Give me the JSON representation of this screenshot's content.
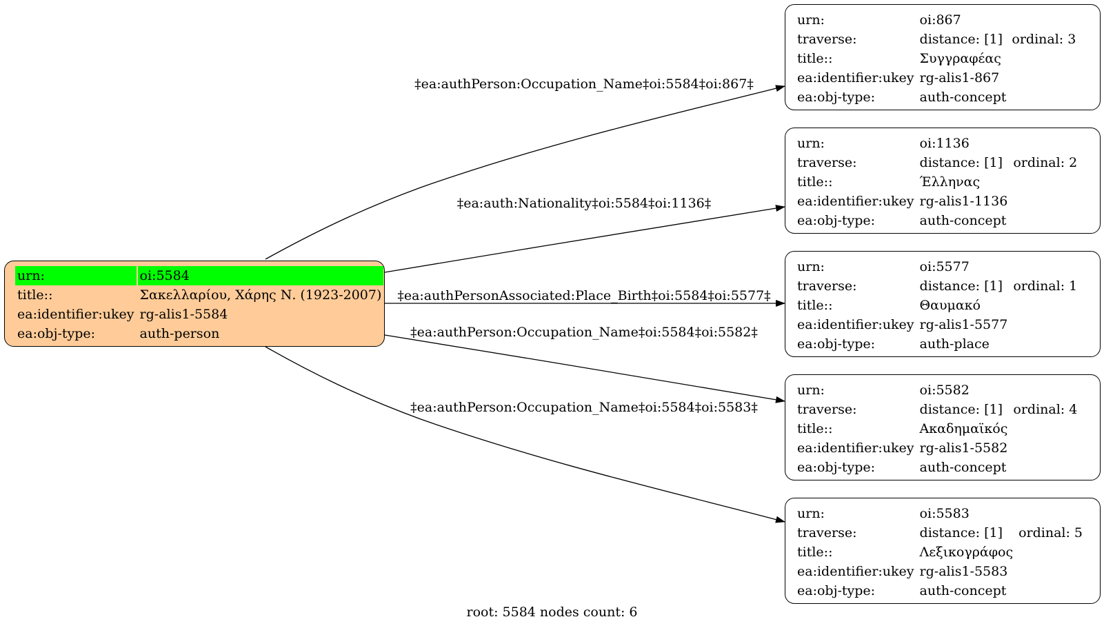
{
  "root": {
    "rows": [
      {
        "key": "urn:",
        "value": "oi:5584"
      },
      {
        "key": "title::",
        "value": "Σακελλαρίου, Χάρης Ν. (1923-2007)"
      },
      {
        "key": "ea:identifier:ukey",
        "value": "rg-alis1-5584"
      },
      {
        "key": "ea:obj-type:",
        "value": "auth-person"
      }
    ],
    "highlight_color": "#00ff00",
    "fill_color": "#ffcc99"
  },
  "labels": {
    "urn": "urn:",
    "traverse": "traverse:",
    "title": "title::",
    "ukey": "ea:identifier:ukey",
    "objtype": "ea:obj-type:"
  },
  "nodes": [
    {
      "urn": "oi:867",
      "distance": "distance: [1]",
      "ordinal": "ordinal: 3",
      "title": "Συγγραφέας",
      "ukey": "rg-alis1-867",
      "objtype": "auth-concept"
    },
    {
      "urn": "oi:1136",
      "distance": "distance: [1]",
      "ordinal": "ordinal: 2",
      "title": "Έλληνας",
      "ukey": "rg-alis1-1136",
      "objtype": "auth-concept"
    },
    {
      "urn": "oi:5577",
      "distance": "distance: [1]",
      "ordinal": "ordinal: 1",
      "title": "Θαυμακό",
      "ukey": "rg-alis1-5577",
      "objtype": "auth-place"
    },
    {
      "urn": "oi:5582",
      "distance": "distance: [1]",
      "ordinal": "ordinal: 4",
      "title": "Ακαδημαϊκός",
      "ukey": "rg-alis1-5582",
      "objtype": "auth-concept"
    },
    {
      "urn": "oi:5583",
      "distance": "distance: [1]",
      "ordinal": "ordinal: 5",
      "title": "Λεξικογράφος",
      "ukey": "rg-alis1-5583",
      "objtype": "auth-concept"
    }
  ],
  "edges": [
    "‡ea:authPerson:Occupation_Name‡oi:5584‡oi:867‡",
    "‡ea:auth:Nationality‡oi:5584‡oi:1136‡",
    "‡ea:authPersonAssociated:Place_Birth‡oi:5584‡oi:5577‡",
    "‡ea:authPerson:Occupation_Name‡oi:5584‡oi:5582‡",
    "‡ea:authPerson:Occupation_Name‡oi:5584‡oi:5583‡"
  ],
  "footer": "root: 5584 nodes count: 6"
}
